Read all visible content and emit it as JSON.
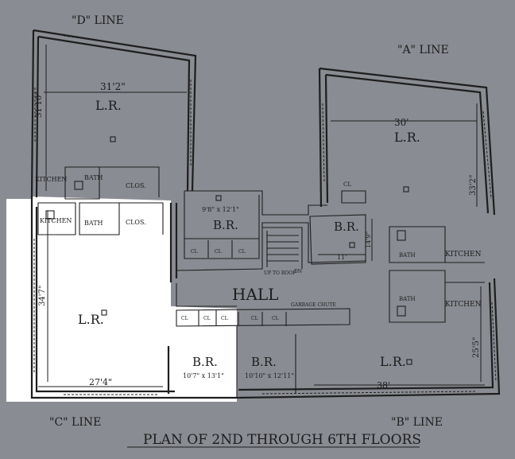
{
  "labels": {
    "d_line": "\"D\" LINE",
    "a_line": "\"A\" LINE",
    "c_line": "\"C\" LINE",
    "b_line": "\"B\" LINE",
    "title": "PLAN OF 2ND THROUGH 6TH FLOORS",
    "hall": "HALL",
    "lr": "L.R.",
    "br": "B.R.",
    "kitchen": "KITCHEN",
    "bath": "BATH",
    "clos": "CLOS.",
    "cl": "CL",
    "up_to_roof": "UP TO ROOF",
    "dn": "DN",
    "garbage_chute": "GARBAGE CHUTE"
  },
  "dimensions": {
    "d_lr_width": "31'2\"",
    "d_lr_depth": "31'10\"",
    "a_lr_width": "30'",
    "a_lr_depth": "33'2\"",
    "c_lr_width": "27'4\"",
    "c_lr_depth": "34'7\"",
    "b_lr_width": "38'",
    "b_lr_depth": "25'5\"",
    "br_d_size": "9'8\" x 12'1\"",
    "br_a_depth": "14'9\"",
    "br_a_width": "11'",
    "br_c_size": "10'7\" x 13'1\"",
    "br_b_size": "10'10\" x 12'11\""
  },
  "colors": {
    "background": "#8a8c93",
    "highlight_unit": "#ffffff",
    "ink": "#1e1e1e"
  }
}
